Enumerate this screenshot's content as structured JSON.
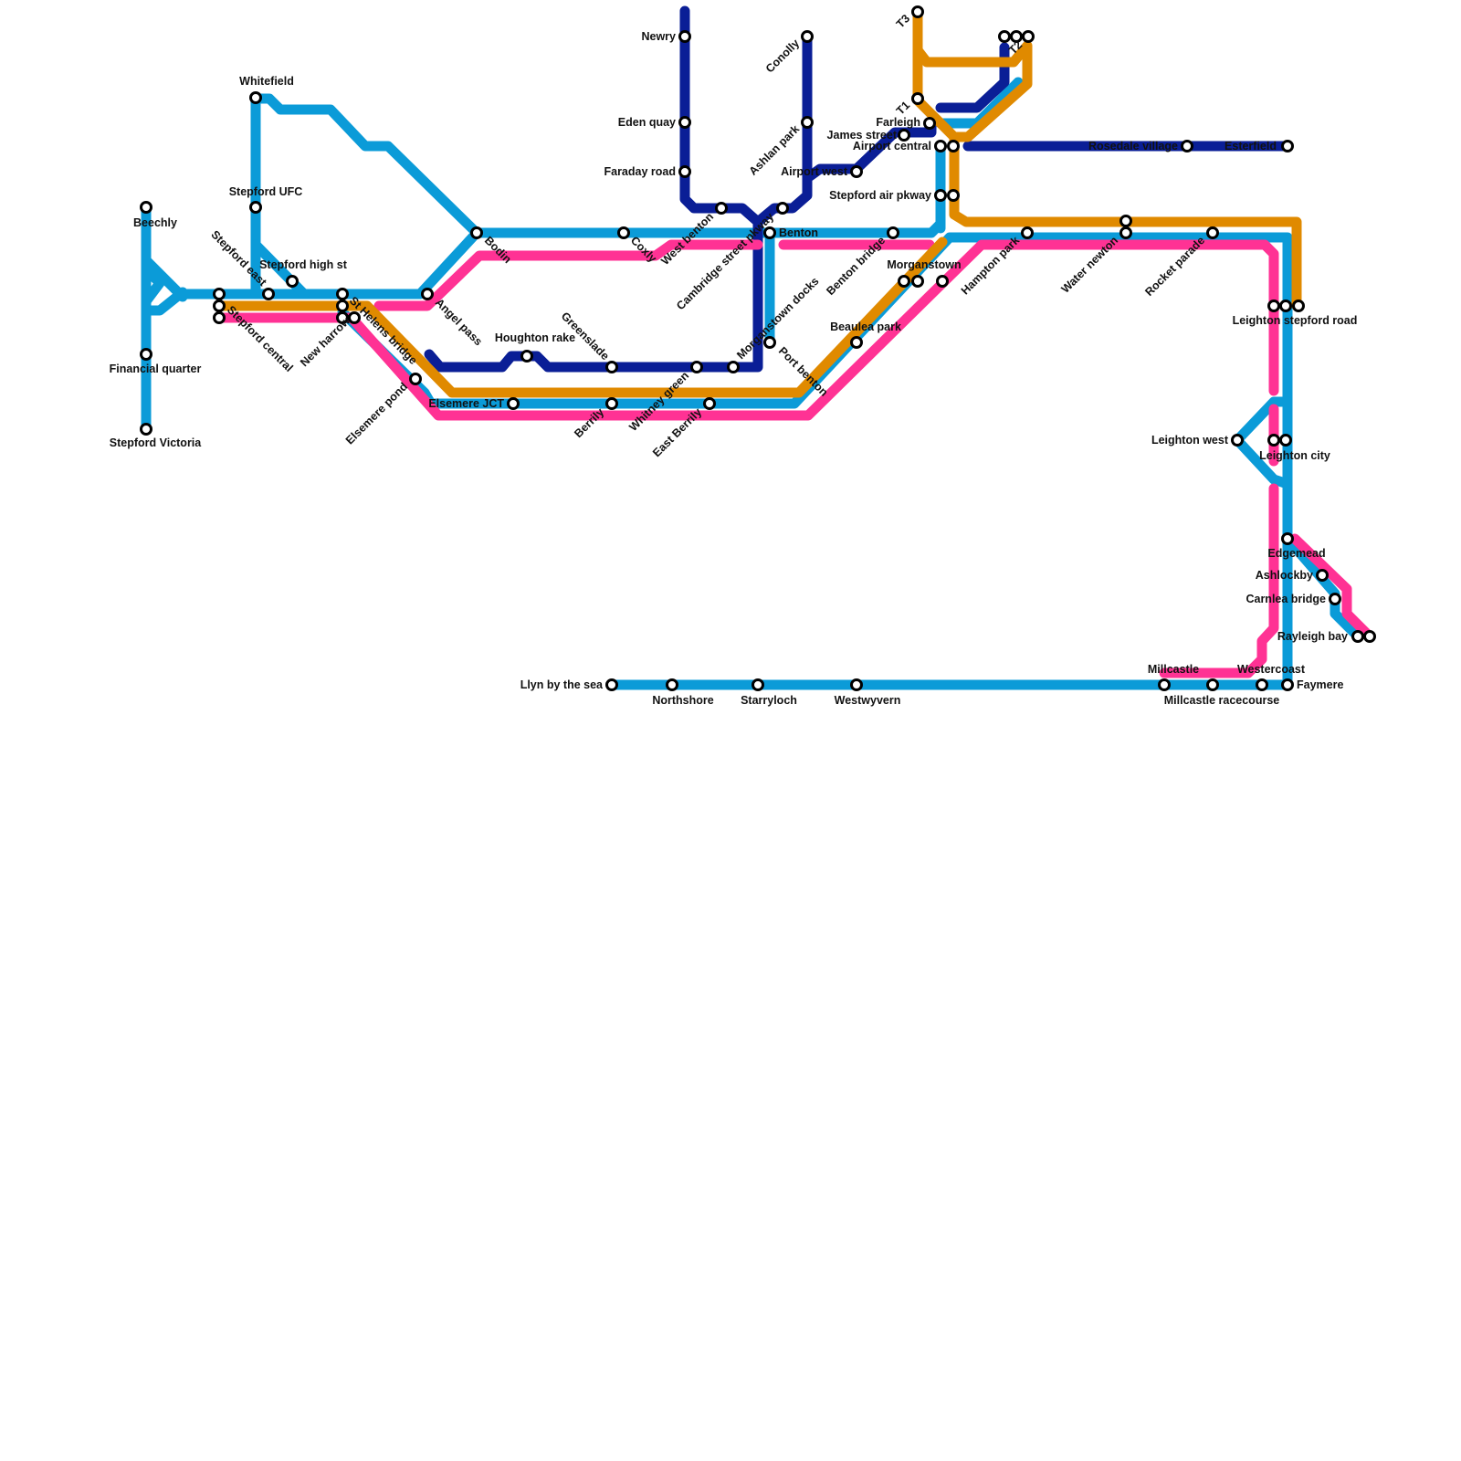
{
  "colors": {
    "light_blue": "#0b9bd8",
    "dark_blue": "#0a1e96",
    "pink": "#ff3294",
    "orange": "#e08a00"
  },
  "lines": [
    {
      "color": "light_blue"
    },
    {
      "color": "dark_blue"
    },
    {
      "color": "pink"
    },
    {
      "color": "orange"
    }
  ],
  "stations": [
    "Beechly",
    "Financial quarter",
    "Stepford Victoria",
    "Whitefield",
    "Stepford UFC",
    "Stepford east",
    "Stepford high st",
    "Stepford central",
    "New harrow",
    "St Helens bridge",
    "Elsemere pond",
    "Angel pass",
    "Bodin",
    "Houghton rake",
    "Elsemere JCT",
    "Greenslade",
    "Coxly",
    "Berrily",
    "Whitney green",
    "East Berrily",
    "West benton",
    "Newry",
    "Eden quay",
    "Faraday road",
    "Cambridge street pkway",
    "Benton",
    "Morganstown docks",
    "Port benton",
    "Conolly",
    "Ashlan park",
    "Airport west",
    "Beaulea park",
    "Benton bridge",
    "James street",
    "Farleigh",
    "T1",
    "T3",
    "T2",
    "Airport central",
    "Stepford air pkway",
    "Morganstown",
    "Hampton park",
    "Rosedale village",
    "Esterfield",
    "Water newton",
    "Rocket parade",
    "Leighton stepford road",
    "Leighton west",
    "Leighton city",
    "Edgemead",
    "Ashlockby",
    "Carnlea bridge",
    "Rayleigh bay",
    "Millcastle",
    "Westercoast",
    "Millcastle racecourse",
    "Faymere",
    "Llyn by the sea",
    "Northshore",
    "Starryloch",
    "Westwyvern"
  ]
}
